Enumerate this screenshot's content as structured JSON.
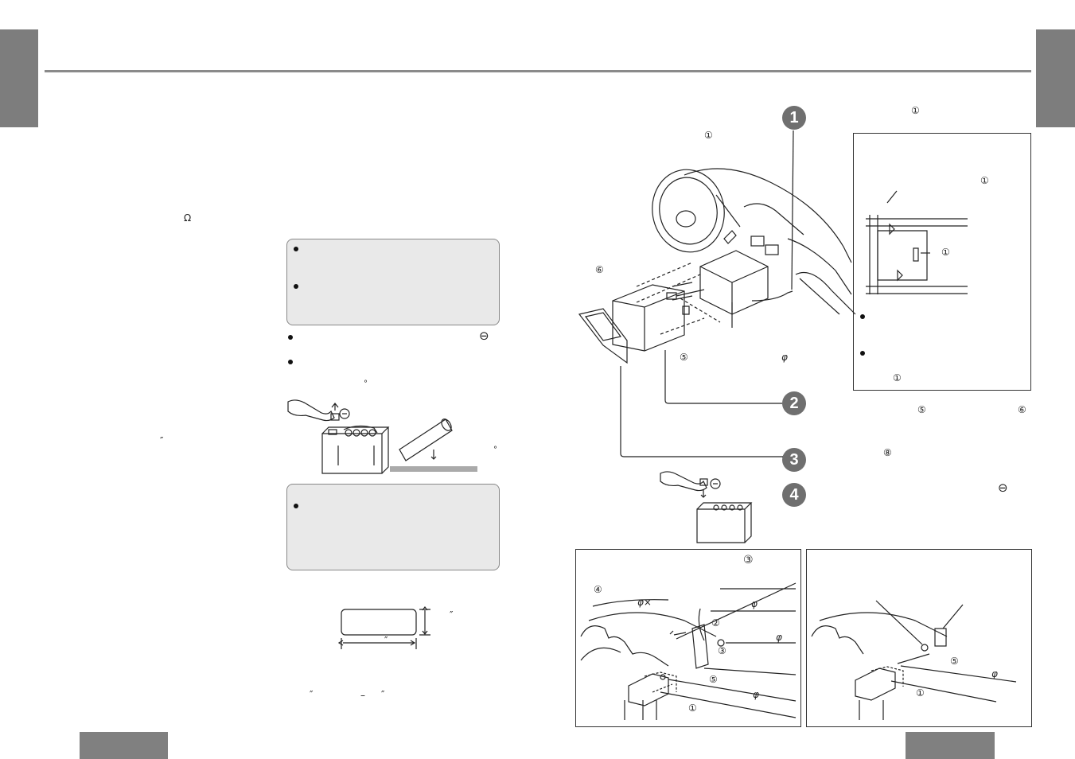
{
  "symbols": {
    "ohm": "Ω",
    "minus_circle": "⊖",
    "degree": "°",
    "inch": "″",
    "phi": "φ",
    "phi_times": "φ×",
    "dash": "–",
    "c1": "①",
    "c2": "②",
    "c3": "③",
    "c4": "④",
    "c5": "⑤",
    "c6": "⑥",
    "c8": "⑧"
  },
  "steps": {
    "s1": "1",
    "s2": "2",
    "s3": "3",
    "s4": "4"
  },
  "colors": {
    "tab": "#7d7d7d",
    "rule": "#8a8a8a",
    "note_box": "#e9e9e9",
    "step_circle": "#6f6f6f"
  }
}
